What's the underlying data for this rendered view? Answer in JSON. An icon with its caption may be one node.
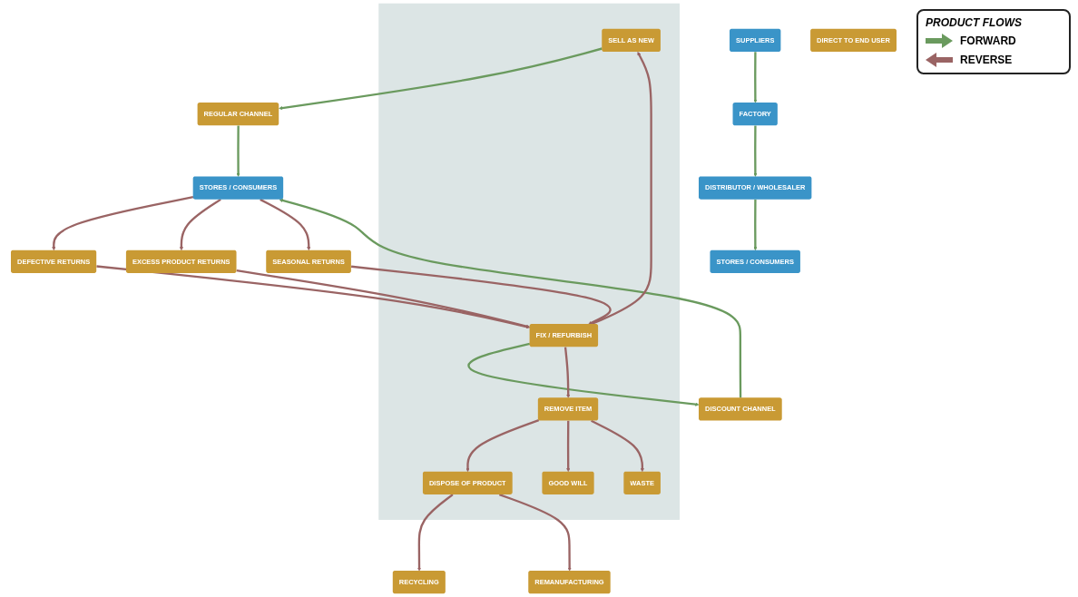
{
  "diagram": {
    "nodes": [
      {
        "text": [
          "SUPPLIERS"
        ]
      },
      {
        "text": [
          "FACTORY"
        ]
      },
      {
        "text": [
          "DISTRIBUTOR / WHOLESALER"
        ]
      },
      {
        "text": [
          "STORES / CONSUMERS"
        ]
      },
      {
        "text": [
          "RECYCLING"
        ]
      },
      {
        "text": [
          "REMANUFACTURING"
        ]
      },
      {
        "text": [],
        "shape": "box"
      },
      {
        "text": [
          "REGULAR CHANNEL"
        ]
      },
      {
        "text": [
          "DISCOUNT CHANNEL"
        ]
      },
      {
        "text": [
          "SELL AS NEW"
        ],
        "in": 6
      },
      {
        "text": [
          "DEFECTIVE RETURNS"
        ]
      },
      {
        "text": [
          "FIX / REFURBISH"
        ],
        "in": 6
      },
      {
        "text": [
          "EXCESS PRODUCT RETURNS"
        ]
      },
      {
        "text": [
          "STORES / CONSUMERS"
        ]
      },
      {
        "text": [
          "SEASONAL RETURNS"
        ]
      },
      {
        "text": [
          "REMOVE ITEM"
        ],
        "in": 6
      },
      {
        "text": [
          "DIRECT TO END USER"
        ]
      },
      {
        "text": [
          "DISPOSE OF PRODUCT"
        ],
        "in": 6
      },
      {
        "text": [
          "GOOD WILL"
        ],
        "in": 6
      },
      {
        "text": [
          "WASTE"
        ],
        "in": 6
      }
    ],
    "edges": [
      {
        "from": 0,
        "to": 1,
        "arrow": "to",
        "color": "#6a9a5e"
      },
      {
        "from": 1,
        "to": 2,
        "arrow": "to",
        "color": "#6a9a5e"
      },
      {
        "from": 2,
        "to": 3,
        "arrow": "to",
        "color": "#6a9a5e"
      },
      {
        "from": 9,
        "to": 7,
        "arrow": "to",
        "color": "#6a9a5e"
      },
      {
        "from": 11,
        "to": 8,
        "arrow": "to",
        "color": "#6a9a5e"
      },
      {
        "from": 7,
        "to": 13,
        "arrow": "to",
        "color": "#6a9a5e"
      },
      {
        "from": 8,
        "to": 13,
        "arrow": "to",
        "color": "#6a9a5e"
      },
      {
        "from": 13,
        "to": 10,
        "arrow": "to"
      },
      {
        "from": 13,
        "to": 12,
        "arrow": "to"
      },
      {
        "from": 13,
        "to": 14,
        "arrow": "to"
      },
      {
        "from": 10,
        "to": 11,
        "arrow": "to"
      },
      {
        "from": 12,
        "to": 11,
        "arrow": "to"
      },
      {
        "from": 14,
        "to": 11,
        "arrow": "to"
      },
      {
        "from": 11,
        "to": 9,
        "arrow": "to"
      },
      {
        "from": 11,
        "to": 15,
        "arrow": "to"
      },
      {
        "from": 15,
        "to": 17,
        "arrow": "to"
      },
      {
        "from": 15,
        "to": 18,
        "arrow": "to"
      },
      {
        "from": 15,
        "to": 19,
        "arrow": "to"
      },
      {
        "from": 17,
        "to": 4,
        "arrow": "to"
      },
      {
        "from": 17,
        "to": 5,
        "arrow": "to"
      }
    ],
    "labels": [
      "PRODUCT FLOWS"
    ],
    "legend": [
      {
        "text": "FORWARD"
      },
      {
        "text": "REVERSE"
      }
    ]
  }
}
